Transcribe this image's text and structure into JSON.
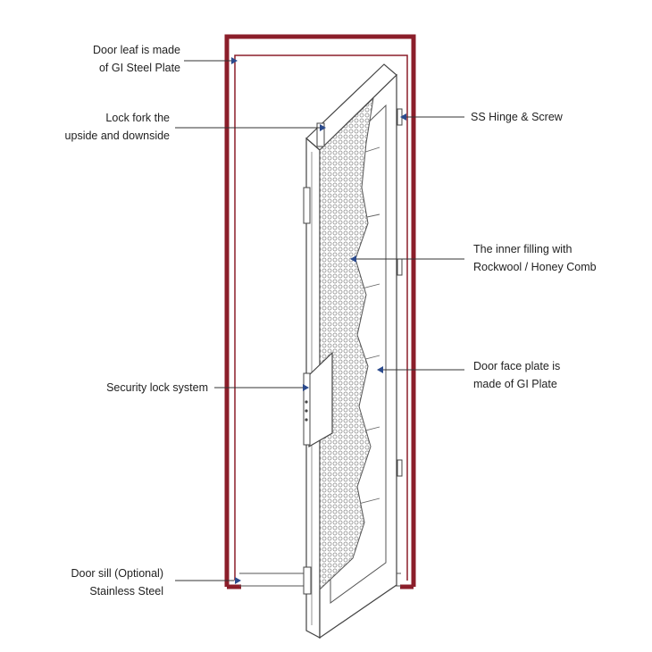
{
  "colors": {
    "frame": "#8B1E2A",
    "pointer": "#2B4A8C",
    "line": "#333333",
    "outline": "#555555",
    "mesh": "#9a9a9a"
  },
  "labels": {
    "door_leaf": [
      "Door leaf is made",
      "of GI Steel Plate"
    ],
    "lock_fork": [
      "Lock fork the",
      "upside and downside"
    ],
    "security_lock": [
      "Security lock system"
    ],
    "door_sill": [
      "Door sill (Optional)",
      "Stainless Steel"
    ],
    "hinge": [
      "SS Hinge & Screw"
    ],
    "inner_filling": [
      "The inner filling with",
      "Rockwool / Honey Comb"
    ],
    "face_plate": [
      "Door face plate is",
      "made of GI Plate"
    ]
  }
}
